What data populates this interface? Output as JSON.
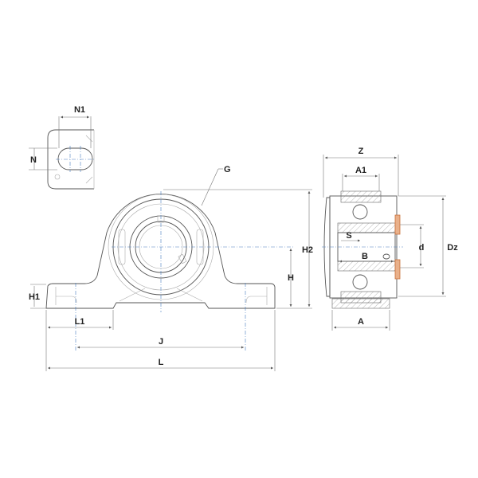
{
  "drawing": {
    "title": "Pillow block bearing unit dimension drawing",
    "labels": {
      "N1": "N1",
      "N": "N",
      "G": "G",
      "H2": "H2",
      "H": "H",
      "H1": "H1",
      "L1": "L1",
      "J": "J",
      "L": "L",
      "Z": "Z",
      "A1": "A1",
      "S": "S",
      "B": "B",
      "d": "d",
      "Dz": "Dz",
      "A": "A"
    },
    "colors": {
      "centerline": "#4a7fc0",
      "seal": "#c8703a",
      "outline": "#555555"
    }
  }
}
